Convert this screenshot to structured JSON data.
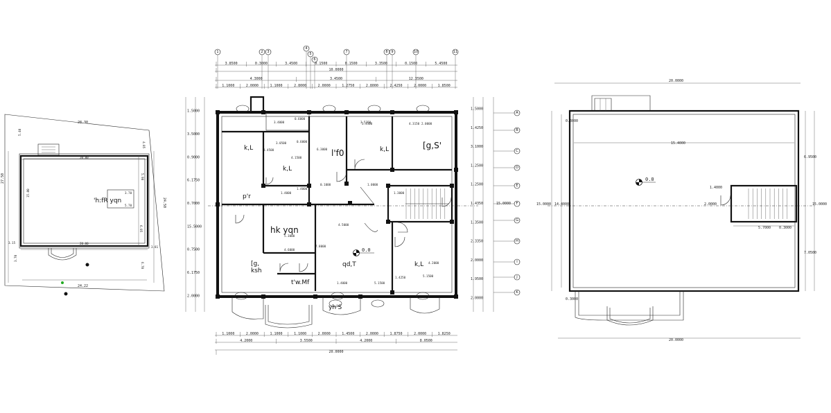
{
  "site_plan": {
    "dim_top": "28.30",
    "dim_left": "27.50",
    "dim_right": "24.50",
    "dim_bottom": "24.22",
    "label_top_inner": "20.00",
    "label_bottom_inner": "20.00",
    "label_right_inner": "5.98",
    "label_left_a": "5.40",
    "label_right_b": "4.05",
    "label_mid": "15.00",
    "label_small_a": "3.70",
    "label_small_b": "5.70",
    "label_small_c": "3.15",
    "label_small_d": "6.05",
    "label_small_e": "3.70",
    "label_small_f": "6.70",
    "label_small_g": "3.81",
    "room": "'h:fR  yqn"
  },
  "ground_floor": {
    "top_dims_row1": [
      "3.8500",
      "0.3000",
      "3.4500",
      "0.1500",
      "0.1500",
      "3.3500",
      "0.1500",
      "5.4500"
    ],
    "top_dims_row2": [
      "10.0000"
    ],
    "top_dims_row3": [
      "4.3000",
      "3.4500",
      "12.3500"
    ],
    "top_dims_row4": [
      "1.1000",
      "2.0000",
      "1.1000",
      "2.8000",
      "2.0000",
      "1.2750",
      "2.8000",
      "2.4250",
      "2.0000",
      "1.8500"
    ],
    "bottom_dims_row1": [
      "1.1000",
      "2.0000",
      "1.1000",
      "1.1000",
      "2.0000",
      "1.4500",
      "2.0000",
      "1.8750",
      "2.0000",
      "1.8250"
    ],
    "bottom_dims_row2": [
      "4.2000",
      "3.5500",
      "4.2000",
      "8.0500"
    ],
    "bottom_dims_row3": [
      "20.0000"
    ],
    "left_dims": [
      "1.5000",
      "3.5000",
      "0.9000",
      "6.1750",
      "0.7000",
      "15.5000",
      "0.7500",
      "6.1750",
      "2.0000"
    ],
    "right_dims": [
      "1.5000",
      "1.4250",
      "3.1000",
      "1.2500",
      "1.2500",
      "1.4350",
      "1.3500",
      "2.3350",
      "2.0000",
      "1.9500",
      "2.0000"
    ],
    "right_total": "15.0000",
    "grid_top": [
      "1",
      "2",
      "3",
      "4",
      "5",
      "6",
      "7",
      "8",
      "9",
      "10",
      "11"
    ],
    "grid_right": [
      "A",
      "B",
      "C",
      "D",
      "E",
      "F",
      "G",
      "H",
      "I",
      "J",
      "K"
    ],
    "rooms": {
      "kl_1": "k,L",
      "kl_2": "k,L",
      "kl_3": "k,L",
      "kl_4": "k,L",
      "lf0": "l'f0",
      "gs": "[g,S'",
      "pr": "p'r",
      "hall": "hk yqn",
      "gksh": "[g,\nksh",
      "qdt": "qd,T",
      "wc": "t'w.Mf",
      "ms": "yh'S",
      "level": "0.0"
    },
    "inner_dims": [
      "3.4000",
      "0.6000",
      "3.0500",
      "0.6000",
      "3.4500",
      "6.3000",
      "4.1500",
      "4.3150",
      "3.5150",
      "5.1500",
      "1.4000",
      "1.4000",
      "1.3000",
      "4.6000",
      "5.3000",
      "7.8000",
      "4.5000",
      "4.2000",
      "1.4000",
      "3.4500",
      "2.0000",
      "5.1500",
      "1.4250",
      "0.1000",
      "1.0000"
    ]
  },
  "roof_plan": {
    "dim_top": "20.0000",
    "dim_bottom": "20.0000",
    "dim_inner": "15.4000",
    "dim_left": "15.0000",
    "dim_left_inner": "14.4000",
    "dim_right_a": "6.9500",
    "dim_right_b": "7.0500",
    "dim_right_total": "15.0000",
    "dim_stair_a": "5.7000",
    "dim_stair_b": "0.3000",
    "dim_stair_c": "1.4000",
    "dim_stair_d": "2.0000",
    "dim_left_offset": "0.3000",
    "dim_bottom_offset": "0.3000",
    "level": "0.0"
  }
}
